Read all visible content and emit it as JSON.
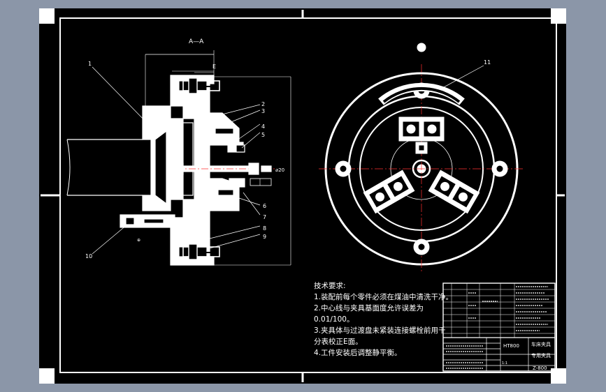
{
  "section_label": "A—A",
  "datum_letter": "E",
  "balloons": [
    "1",
    "2",
    "3",
    "4",
    "5",
    "6",
    "7",
    "8",
    "9",
    "10",
    "11"
  ],
  "tech_requirements": {
    "title": "技术要求:",
    "lines": [
      "1.装配前每个零件必须在煤油中清洗干净。",
      "2.中心线与夹具基面度允许误差为",
      "0.01/100。",
      "3.夹具体与过渡盘未紧装连接螺栓前用千",
      "分表校正E面。",
      "4.工件安装后调整静平衡。"
    ]
  },
  "title_block": {
    "model": "HT800",
    "drawing_name_1": "车床夹具",
    "drawing_name_2": "专用夹具",
    "drawing_no": "Z-800",
    "scale": "1:1"
  },
  "colors": {
    "paper": "#000000",
    "linework": "#ffffff",
    "background": "#8b96a8",
    "centerline": "#ff3030"
  }
}
